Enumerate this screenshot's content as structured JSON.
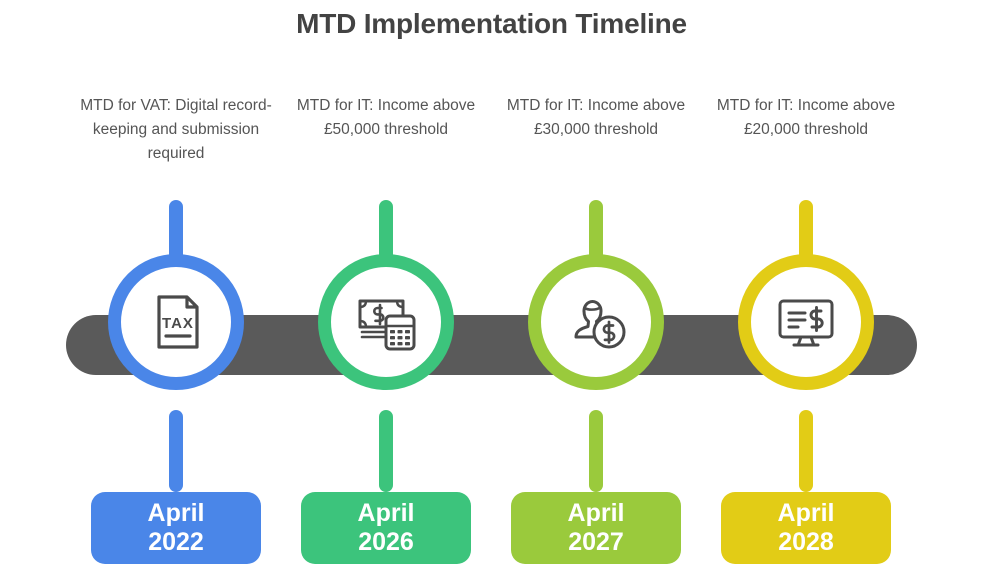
{
  "title": "MTD Implementation Timeline",
  "colors": {
    "spine": "#5a5a5a",
    "text": "#555555",
    "title": "#434343",
    "icon_stroke": "#4a4a4a",
    "badge_text": "#ffffff"
  },
  "milestones": [
    {
      "description": "MTD for VAT: Digital record-keeping and submission required",
      "month": "April",
      "year": "2022",
      "color": "#4a86e8",
      "icon": "tax-document-icon",
      "icon_label": "TAX"
    },
    {
      "description": "MTD for IT: Income above £50,000 threshold",
      "month": "April",
      "year": "2026",
      "color": "#3cc47c",
      "icon": "cash-calculator-icon",
      "icon_label": ""
    },
    {
      "description": "MTD for IT: Income above £30,000 threshold",
      "month": "April",
      "year": "2027",
      "color": "#9aca3c",
      "icon": "person-coin-icon",
      "icon_label": ""
    },
    {
      "description": "MTD for IT: Income above £20,000 threshold",
      "month": "April",
      "year": "2028",
      "color": "#e2cc16",
      "icon": "monitor-dollar-icon",
      "icon_label": ""
    }
  ]
}
